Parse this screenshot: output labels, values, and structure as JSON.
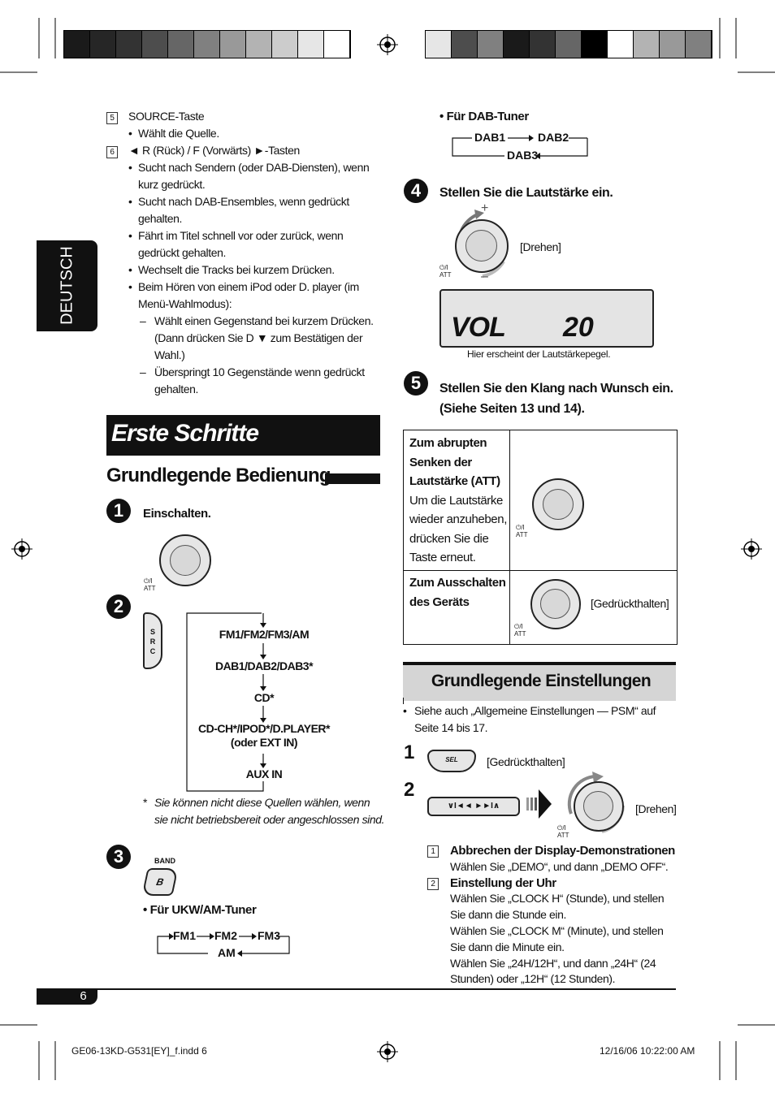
{
  "header": {
    "swatches_left": [
      "#1a1a1a",
      "#262626",
      "#333333",
      "#4d4d4d",
      "#666666",
      "#808080",
      "#999999",
      "#b3b3b3",
      "#cccccc",
      "#e6e6e6",
      "#ffffff"
    ],
    "swatches_right": [
      "#e6e6e6",
      "#4d4d4d",
      "#808080",
      "#1a1a1a",
      "#333333",
      "#666666",
      "#000000",
      "#ffffff",
      "#b3b3b3",
      "#999999",
      "#808080"
    ]
  },
  "side_tab": "DEUTSCH",
  "left": {
    "item5_num": "5",
    "item5_title": "SOURCE-Taste",
    "item5_b1": "Wählt die Quelle.",
    "item6_num": "6",
    "item6_title": "◄ R (Rück) / F (Vorwärts) ►-Tasten",
    "item6_b1": "Sucht nach Sendern (oder DAB-Diensten), wenn kurz gedrückt.",
    "item6_b2": "Sucht nach DAB-Ensembles, wenn gedrückt gehalten.",
    "item6_b3": "Fährt im Titel schnell vor oder zurück, wenn gedrückt gehalten.",
    "item6_b4": "Wechselt die Tracks bei kurzem Drücken.",
    "item6_b5": "Beim Hören von einem iPod oder D. player (im Menü-Wahlmodus):",
    "item6_d1": "Wählt einen Gegenstand bei kurzem Drücken. (Dann drücken Sie D ▼ zum Bestätigen der Wahl.)",
    "item6_d2": "Überspringt 10 Gegenstände wenn gedrückt gehalten.",
    "section_title": "Erste Schritte",
    "subsection_title": "Grundlegende Bedienung",
    "step1_num": "1",
    "step1_label": "Einschalten.",
    "power_label": "⏻/I",
    "att_label": "ATT",
    "step2_num": "2",
    "src_letters": [
      "S",
      "R",
      "C"
    ],
    "sources": [
      "FM1/FM2/FM3/AM",
      "DAB1/DAB2/DAB3*",
      "CD*",
      "CD-CH*/IPOD*/D.PLAYER*",
      "(oder EXT IN)",
      "AUX IN"
    ],
    "footnote_mark": "*",
    "footnote": "Sie können nicht diese Quellen wählen, wenn sie nicht betriebsbereit oder angeschlossen sind.",
    "step3_num": "3",
    "band_label": "BAND",
    "band_btn": "B",
    "ukw_title": "Für UKW/AM-Tuner",
    "ukw_cycle": [
      "FM1",
      "FM2",
      "FM3",
      "AM"
    ]
  },
  "right": {
    "dab_title": "Für DAB-Tuner",
    "dab_cycle": [
      "DAB1",
      "DAB2",
      "DAB3"
    ],
    "step4_num": "4",
    "step4_label": "Stellen Sie die Lautstärke ein.",
    "drehen": "[Drehen]",
    "plus": "+",
    "minus": "–",
    "lcd_vol": "VOL",
    "lcd_num": "20",
    "lcd_caption": "Hier erscheint der Lautstärkepegel.",
    "step5_num": "5",
    "step5_label": "Stellen Sie den Klang nach Wunsch ein. (Siehe Seiten 13 und 14).",
    "tbl_r1_bold": "Zum abrupten Senken der Lautstärke (ATT)",
    "tbl_r1_text": "Um die Lautstärke wieder anzuheben, drücken Sie die Taste erneut.",
    "tbl_r2_bold": "Zum Ausschalten des Geräts",
    "gedrueckt": "[Gedrückthalten]",
    "settings_title": "Grundlegende Einstellungen",
    "settings_bullet": "Siehe auch „Allgemeine Einstellungen — PSM“ auf Seite 14 bis 17.",
    "s1_num": "1",
    "sel_label": "SEL",
    "s2_num": "2",
    "skip_label": "∨I◄◄  ►►I∧",
    "sub1_num": "1",
    "sub1_title": "Abbrechen der Display-Demonstrationen",
    "sub1_text": "Wählen Sie „DEMO“, und dann „DEMO OFF“.",
    "sub2_num": "2",
    "sub2_title": "Einstellung der Uhr",
    "sub2_t1": "Wählen Sie „CLOCK H“ (Stunde), und stellen Sie dann die Stunde ein.",
    "sub2_t2": "Wählen Sie „CLOCK M“ (Minute), und stellen Sie dann die Minute ein.",
    "sub2_t3": "Wählen Sie „24H/12H“, und dann „24H“ (24 Stunden) oder „12H“ (12 Stunden)."
  },
  "footer": {
    "page_num": "6",
    "file": "GE06-13KD-G531[EY]_f.indd   6",
    "date": "12/16/06   10:22:00 AM"
  }
}
